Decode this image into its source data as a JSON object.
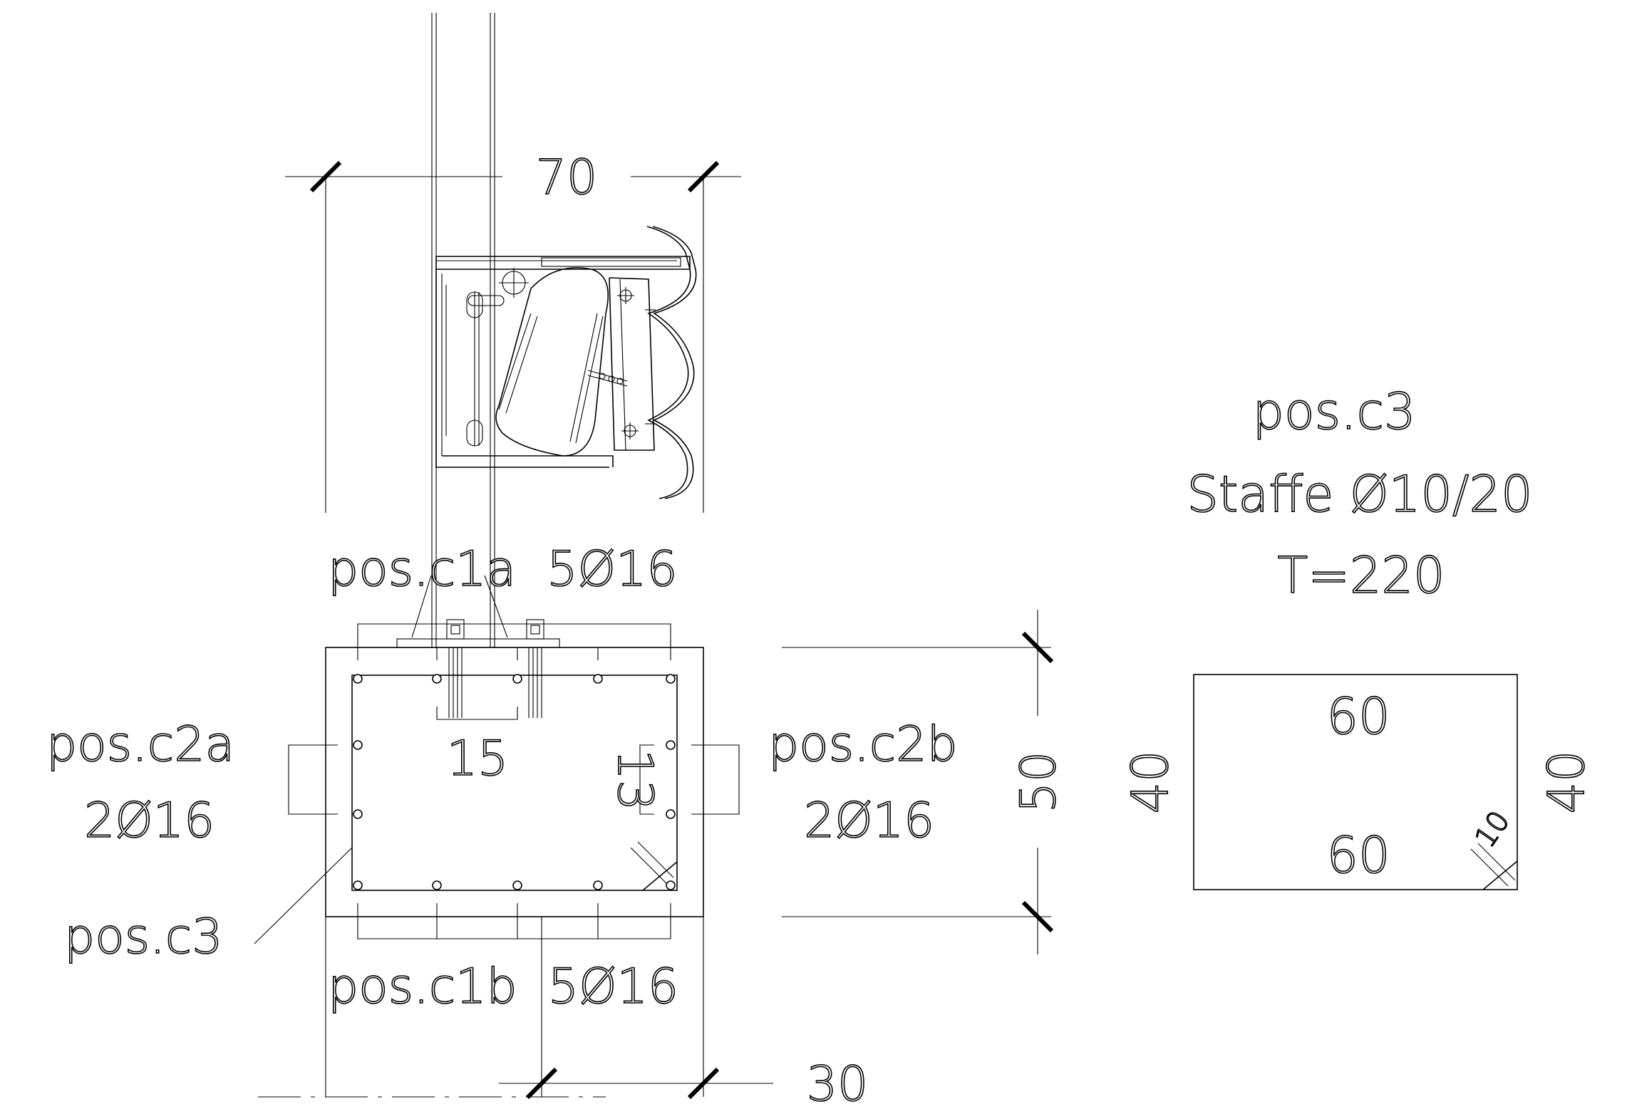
{
  "labels": {
    "dim_top_width": "70",
    "pos_c1a": "pos.c1a  5Ø16",
    "pos_c1b": "pos.c1b  5Ø16",
    "pos_c2a_name": "pos.c2a",
    "pos_c2a_bars": "2Ø16",
    "pos_c2b_name": "pos.c2b",
    "pos_c2b_bars": "2Ø16",
    "pos_c3_left": "pos.c3",
    "dim_15": "15",
    "dim_13": "13",
    "dim_50": "50",
    "dim_30": "30",
    "stirrup_title": "pos.c3",
    "stirrup_spec": "Staffe Ø10/20",
    "stirrup_length": "T=220",
    "stirrup_top": "60",
    "stirrup_bottom": "60",
    "stirrup_left": "40",
    "stirrup_right": "40",
    "stirrup_hook": "10"
  }
}
